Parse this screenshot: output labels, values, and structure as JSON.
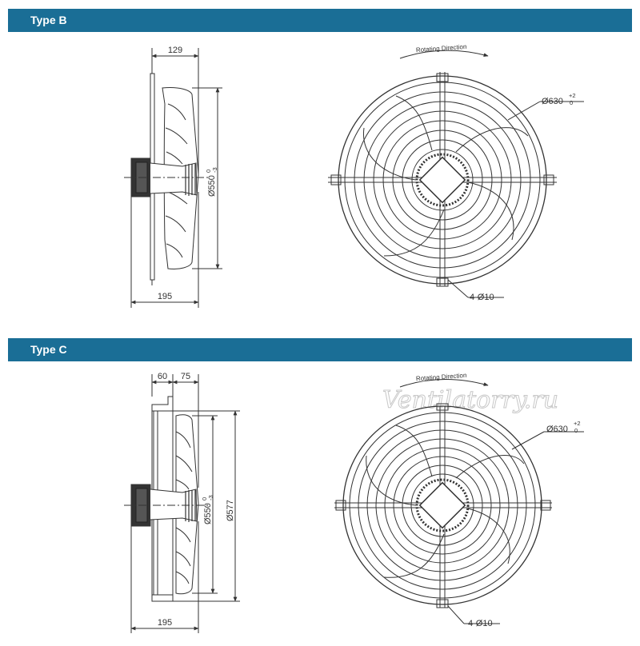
{
  "sections": [
    {
      "title": "Type B",
      "side_view": {
        "dim_top": "129",
        "dim_bottom": "195",
        "dim_vertical": "Ø550",
        "dim_vertical_tol_upper": "0",
        "dim_vertical_tol_lower": "-3"
      },
      "front_view": {
        "rotation_label": "Rotating Direction",
        "diameter_label": "Ø630",
        "diameter_tol_upper": "+2",
        "diameter_tol_lower": "0",
        "mount_label": "4-Ø10"
      }
    },
    {
      "title": "Type C",
      "side_view": {
        "dim_top_left": "60",
        "dim_top_right": "75",
        "dim_bottom": "195",
        "dim_vertical_inner": "Ø550",
        "dim_vertical_inner_tol_upper": "0",
        "dim_vertical_inner_tol_lower": "-3",
        "dim_vertical_outer": "Ø577"
      },
      "front_view": {
        "rotation_label": "Rotating Direction",
        "diameter_label": "Ø630",
        "diameter_tol_upper": "+2",
        "diameter_tol_lower": "0",
        "mount_label": "4-Ø10"
      }
    }
  ],
  "watermark": "Ventilatorry.ru",
  "colors": {
    "header_bg": "#1a6e96",
    "header_text": "#ffffff",
    "line": "#333333",
    "watermark": "#c8c8c8"
  }
}
